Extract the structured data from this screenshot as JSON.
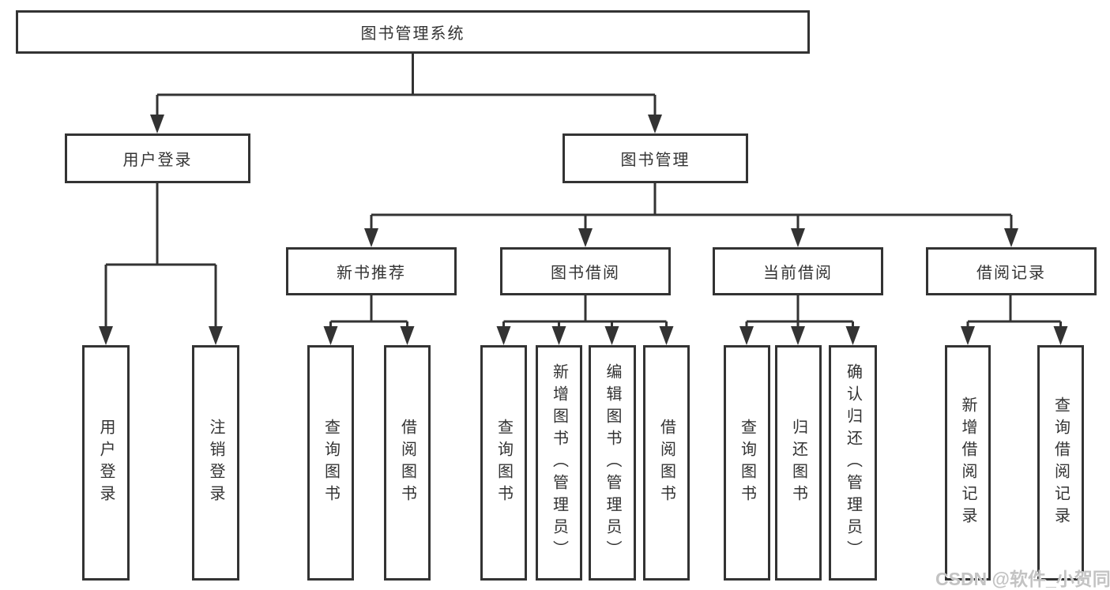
{
  "tree": {
    "root": {
      "label": "图书管理系统",
      "children": [
        {
          "label": "用户登录",
          "children": [
            {
              "label": "用户登录"
            },
            {
              "label": "注销登录"
            }
          ]
        },
        {
          "label": "图书管理",
          "children": [
            {
              "label": "新书推荐",
              "children": [
                {
                  "label": "查询图书"
                },
                {
                  "label": "借阅图书"
                }
              ]
            },
            {
              "label": "图书借阅",
              "children": [
                {
                  "label": "查询图书"
                },
                {
                  "label": "新增图书（管理员）"
                },
                {
                  "label": "编辑图书（管理员）"
                },
                {
                  "label": "借阅图书"
                }
              ]
            },
            {
              "label": "当前借阅",
              "children": [
                {
                  "label": "查询图书"
                },
                {
                  "label": "归还图书"
                },
                {
                  "label": "确认归还（管理员）"
                }
              ]
            },
            {
              "label": "借阅记录",
              "children": [
                {
                  "label": "新增借阅记录"
                },
                {
                  "label": "查询借阅记录"
                }
              ]
            }
          ]
        }
      ]
    }
  },
  "watermark": {
    "text": "CSDN @软件_小贺同学"
  },
  "colors": {
    "line": "#333333",
    "box_border": "#333333",
    "text": "#333333",
    "watermark": "#c3c3c3"
  }
}
